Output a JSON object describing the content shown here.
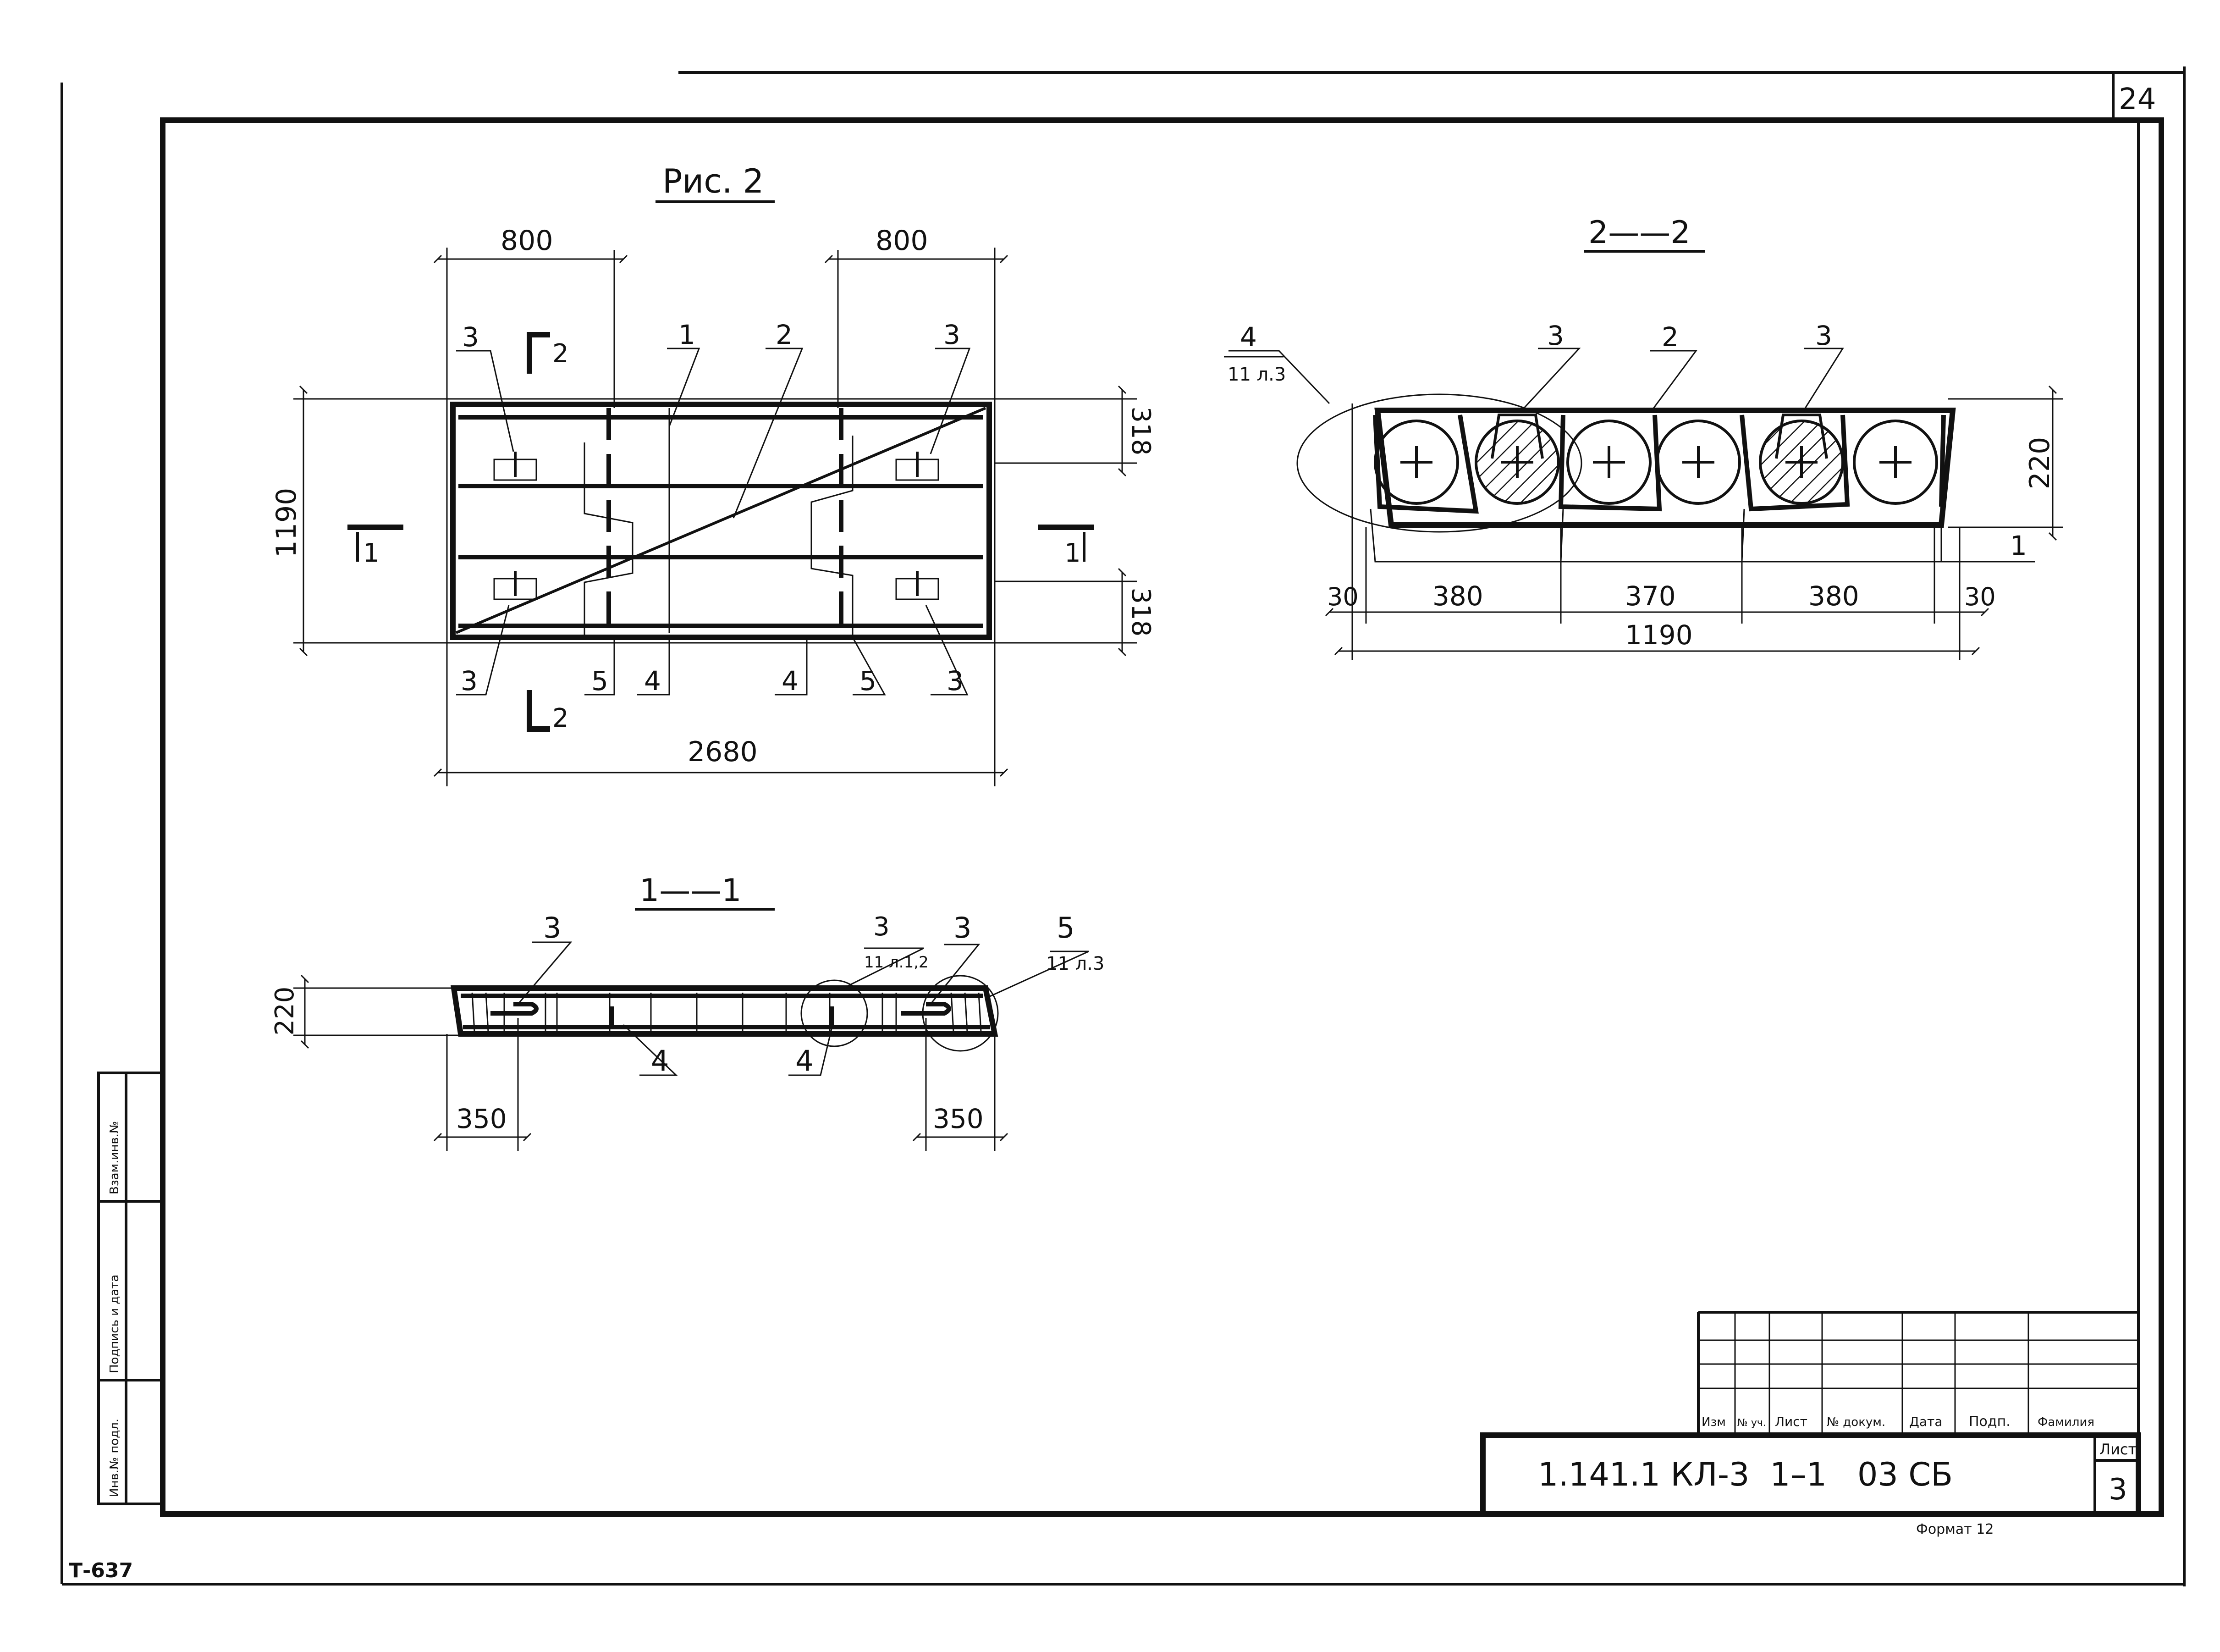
{
  "sheet_number": "24",
  "figure_title": "Рис. 2",
  "section_2_title": "2——2",
  "section_1_title": "1——1",
  "plan": {
    "dim_top_left": "800",
    "dim_top_right": "800",
    "dim_left": "1190",
    "dim_right_top": "318",
    "dim_right_bottom": "318",
    "dim_bottom": "2680",
    "section_mark_top": "2",
    "section_mark_bottom": "2",
    "section_mark_left": "1",
    "section_mark_right": "1",
    "leaders": {
      "top_left_3": "3",
      "top_1": "1",
      "top_2": "2",
      "top_right_3": "3",
      "bottom_left_3": "3",
      "bottom_5a": "5",
      "bottom_4a": "4",
      "bottom_4b": "4",
      "bottom_5b": "5",
      "bottom_right_3": "3"
    }
  },
  "section_2": {
    "callout_4": "4",
    "callout_4_ref": "11 л.3",
    "leader_3a": "3",
    "leader_2": "2",
    "leader_3b": "3",
    "leader_1": "1",
    "dim_height": "220",
    "dims_bottom": [
      "30",
      "380",
      "370",
      "380",
      "30"
    ],
    "dim_total": "1190"
  },
  "section_1": {
    "dim_height": "220",
    "leader_3_left": "3",
    "leader_3_mid": "3",
    "leader_3_mid_ref": "11 л.1,2",
    "leader_3_right": "3",
    "leader_5": "5",
    "leader_5_ref": "11 л.3",
    "leader_4_left": "4",
    "leader_4_mid": "4",
    "dim_left": "350",
    "dim_right": "350"
  },
  "side_stamp": {
    "col1": "Взам.инв.№",
    "col2": "Подпись и дата",
    "col3": "Инв.№ подл."
  },
  "title_block": {
    "headers": [
      "Изм",
      "№ уч.",
      "Лист",
      "№ докум.",
      "Дата",
      "Подп.",
      "Фамилия"
    ],
    "designation": "1.141.1 КЛ-3  1–1   03 СБ",
    "sheet_label": "Лист",
    "sheet_value": "3",
    "format": "Формат 12"
  },
  "corner_code": "Т-637"
}
